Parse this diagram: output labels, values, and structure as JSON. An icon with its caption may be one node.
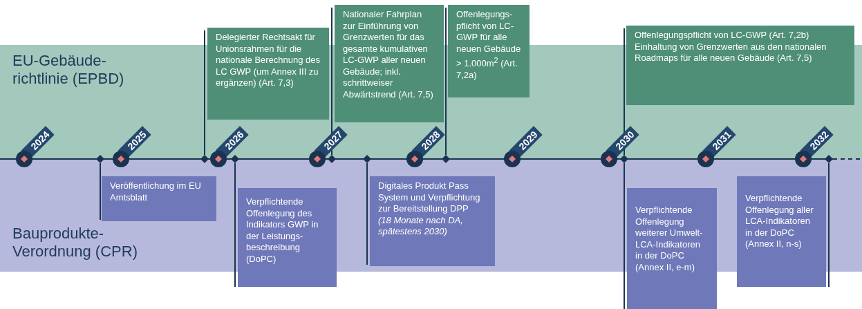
{
  "diagram": {
    "nodes": [
      {
        "text": [
          "EU-Gebäude-richtlinie (EPBD)"
        ]
      },
      {
        "text": [
          "Bauprodukte-Verordnung (CPR)"
        ]
      },
      {
        "text": [
          "Delegierter Rechtsakt für Unionsrahmen für die nationale Berechnung des LC GWP (um Annex III zu ergänzen) (Art. 7,3)"
        ]
      },
      {
        "text": [
          "Nationaler Fahrplan zur Einführung von Grenzwerten für das gesamte kumulativen LC-GWP aller neuen Gebäude; inkl. schrittweiser Abwärtstrend (Art. 7,5)"
        ]
      },
      {
        "text": [
          "Offenlegungs-pflicht von LC-GWP für alle neuen Gebäude > 1.000m$^{2}$ (Art. 7,2a)"
        ]
      },
      {
        "text": [
          "Offenlegungspflicht von LC-GWP (Art. 7,2b) Einhaltung von Grenzwerten aus den nationalen Roadmaps für alle neuen Gebäude (Art. 7,5)"
        ]
      },
      {
        "text": [
          "Veröffentlichung im EU Amtsblatt"
        ],
        "in": 1
      },
      {
        "text": [
          "Verpflichtende Offenlegung des Indikators GWP in der Leistungs-beschreibung (DoPC)"
        ]
      },
      {
        "text": [
          "Digitales Produkt Pass System und Verpflichtung zur Bereitstellung DPP",
          "(18 Monate nach DA, spätestens 2030)"
        ],
        "in": 1
      },
      {
        "text": [
          "Verpflichtende Offenlegung weiterer Umwelt-LCA-Indikatoren in der DoPC (Annex II, e-m)"
        ]
      },
      {
        "text": [
          "Verpflichtende Offenlegung aller LCA-Indikatoren in der DoPC (Annex II, n-s)"
        ]
      },
      {
        "text": [],
        "shape": "diamond"
      },
      {
        "text": [],
        "shape": "diamond"
      },
      {
        "text": [],
        "shape": "diamond"
      },
      {
        "text": [],
        "shape": "diamond"
      },
      {
        "text": [],
        "shape": "diamond"
      },
      {
        "text": [],
        "shape": "diamond"
      },
      {
        "text": [],
        "shape": "diamond"
      },
      {
        "text": [],
        "shape": "diamond"
      }
    ],
    "edges": [
      {
        "from": 2,
        "to": 12,
        "arrow": "none"
      },
      {
        "from": 3,
        "to": 14,
        "arrow": "none"
      },
      {
        "from": 4,
        "to": 16,
        "arrow": "none"
      },
      {
        "from": 5,
        "to": 17,
        "arrow": "none"
      },
      {
        "from": 6,
        "to": 11,
        "arrow": "none"
      },
      {
        "from": 7,
        "to": 13,
        "arrow": "none"
      },
      {
        "from": 8,
        "to": 15,
        "arrow": "none"
      },
      {
        "from": 9,
        "to": 17,
        "arrow": "none"
      },
      {
        "from": 10,
        "to": 18,
        "arrow": "none"
      }
    ],
    "labels": [
      "2024",
      "2025",
      "2026",
      "2027",
      "2028",
      "2029",
      "2030",
      "2031",
      "2032"
    ]
  }
}
